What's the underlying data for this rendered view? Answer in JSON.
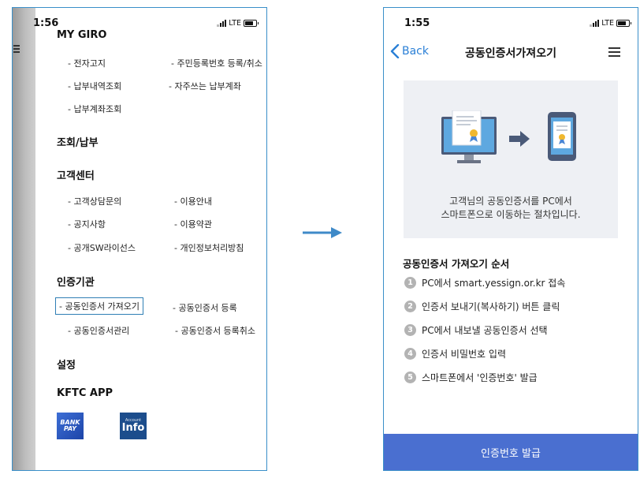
{
  "left_screen": {
    "status": {
      "time": "1:56",
      "network": "LTE"
    },
    "sections": [
      {
        "title": "MY GIRO",
        "items": [
          "- 전자고지",
          "- 주민등록번호 등록/취소",
          "- 납부내역조회",
          "- 자주쓰는 납부계좌",
          "- 납부계좌조회"
        ]
      },
      {
        "title": "조회/납부",
        "items": []
      },
      {
        "title": "고객센터",
        "items": [
          "- 고객상담문의",
          "- 이용안내",
          "- 공지사항",
          "- 이용약관",
          "- 공개SW라이선스",
          "- 개인정보처리방침"
        ]
      },
      {
        "title": "인증기관",
        "items": [
          "- 공동인증서 가져오기",
          "- 공동인증서 등록",
          "- 공동인증서관리",
          "- 공동인증서 등록취소"
        ]
      },
      {
        "title": "설정",
        "items": []
      },
      {
        "title": "KFTC APP",
        "items": []
      }
    ],
    "selected_item": "- 공동인증서 가져오기",
    "apps": {
      "bankpay_label": "BANK PAY",
      "accountinfo_top": "Account",
      "accountinfo_main": "Info"
    }
  },
  "right_screen": {
    "status": {
      "time": "1:55",
      "network": "LTE"
    },
    "nav": {
      "back_label": "Back",
      "title": "공동인증서가져오기"
    },
    "illustration_text_line1": "고객님의 공동인증서를 PC에서",
    "illustration_text_line2": "스마트폰으로 이동하는 절차입니다.",
    "steps_title": "공동인증서 가져오기 순서",
    "steps": [
      {
        "num": "1",
        "text": "PC에서 smart.yessign.or.kr 접속"
      },
      {
        "num": "2",
        "text": "인증서 보내기(복사하기) 버튼 클릭"
      },
      {
        "num": "3",
        "text": "PC에서 내보낼 공동인증서 선택"
      },
      {
        "num": "4",
        "text": "인증서 비밀번호 입력"
      },
      {
        "num": "5",
        "text": "스마트폰에서 '인증번호' 발급"
      }
    ],
    "bottom_button": "인증번호 발급"
  },
  "colors": {
    "frame_border": "#3a8fc9",
    "arrow": "#3f8ac8",
    "back_link": "#2a7fd6",
    "bottom_button": "#4a6fd0",
    "illustration_bg": "#eef0f4"
  }
}
